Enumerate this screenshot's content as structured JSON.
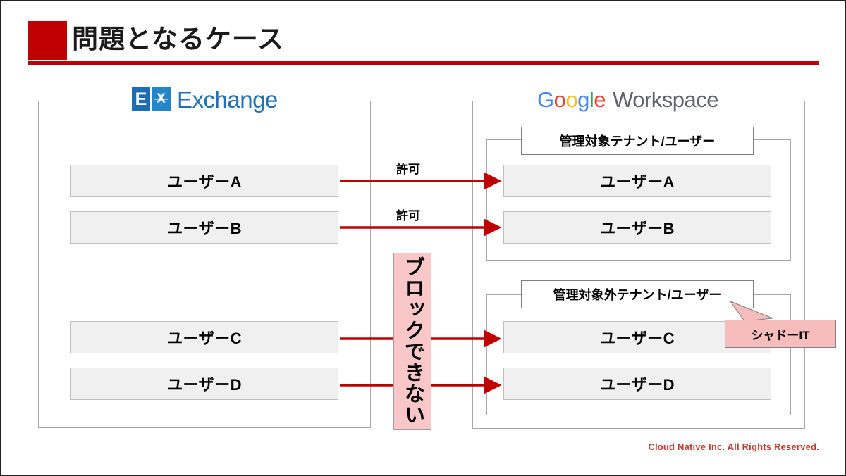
{
  "slide": {
    "title": "問題となるケース",
    "accent_color": "#c00000",
    "footer": "Cloud Native Inc. All Rights Reserved."
  },
  "left_panel": {
    "logo": {
      "name": "exchange-logo",
      "tile_letter": "E",
      "word": "Exchange",
      "color": "#2072b8"
    },
    "users": [
      {
        "label": "ユーザーA"
      },
      {
        "label": "ユーザーB"
      },
      {
        "label": "ユーザーC"
      },
      {
        "label": "ユーザーD"
      }
    ]
  },
  "right_panel": {
    "logo": {
      "name": "google-workspace-logo",
      "letters": [
        "G",
        "o",
        "o",
        "g",
        "l",
        "e"
      ],
      "word": "Workspace"
    },
    "groups": [
      {
        "label": "管理対象テナント/ユーザー",
        "users": [
          {
            "label": "ユーザーA"
          },
          {
            "label": "ユーザーB"
          }
        ]
      },
      {
        "label": "管理対象外テナント/ユーザー",
        "users": [
          {
            "label": "ユーザーC"
          },
          {
            "label": "ユーザーD"
          }
        ]
      }
    ]
  },
  "connectors": {
    "allow_label_1": "許可",
    "allow_label_2": "許可",
    "block_label": "ブロックできない",
    "arrow_color": "#c00000",
    "block_box_color": "#f9c7c7"
  },
  "callout": {
    "label": "シャドーIT",
    "color": "#f7bcbc"
  }
}
